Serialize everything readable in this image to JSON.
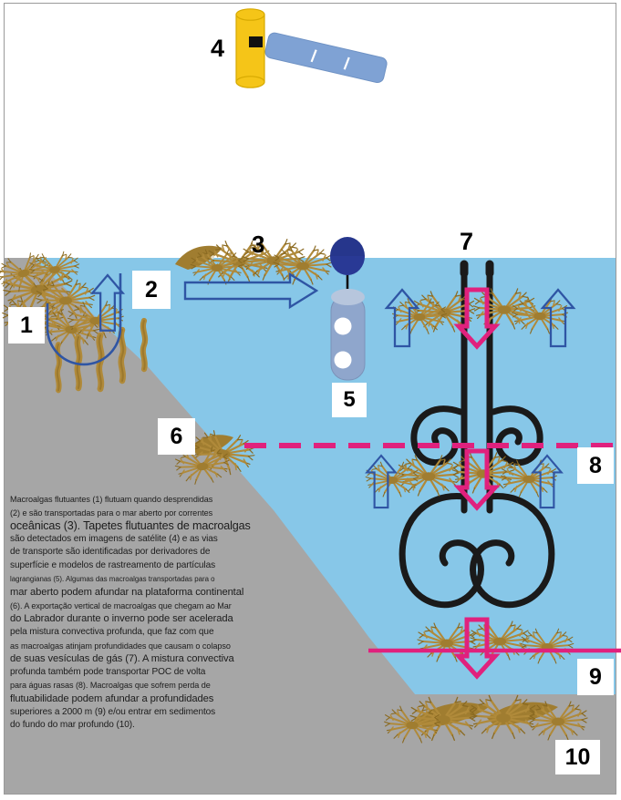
{
  "figure": {
    "title_visible": false,
    "language": "pt-BR",
    "colors": {
      "ocean": "#87c7e8",
      "seafloor_gray": "#a6a6a6",
      "seaweed_brown": "#b08a3a",
      "seaweed_dark": "#8a6a22",
      "arrow_blue": "#2f55a4",
      "satellite_yellow": "#f5c518",
      "satellite_panel_blue": "#7fa2d4",
      "drifter_sphere": "#26368c",
      "drifter_body": "#8fa6cc",
      "magenta": "#e0217d",
      "convection_black": "#1a1a1a",
      "frame_border": "#9a9a9a",
      "text": "#1c1c1c"
    },
    "labels": [
      {
        "id": "1",
        "value": "1",
        "meaning": "floating-macroalgae-detaching"
      },
      {
        "id": "2",
        "value": "2",
        "meaning": "upward-transport-to-surface"
      },
      {
        "id": "3",
        "value": "3",
        "meaning": "ocean-current-transport-offshore"
      },
      {
        "id": "4",
        "value": "4",
        "meaning": "satellite-detection"
      },
      {
        "id": "5",
        "value": "5",
        "meaning": "surface-drifter"
      },
      {
        "id": "6",
        "value": "6",
        "meaning": "sinking-on-continental-shelf"
      },
      {
        "id": "7",
        "value": "7",
        "meaning": "deep-convective-mixing-gas-vesicle-collapse"
      },
      {
        "id": "8",
        "value": "8",
        "meaning": "poc-transport-back-to-shallow-waters"
      },
      {
        "id": "9",
        "value": "9",
        "meaning": "sinking-below-2000-m"
      },
      {
        "id": "10",
        "value": "10",
        "meaning": "entering-deep-sea-sediments"
      }
    ],
    "caption": {
      "full_text": "Macroalgas flutuantes (1) flutuam quando desprendidas (2) e são transportadas para o mar aberto por correntes oceânicas (3). Tapetes flutuantes de macroalgas são detectados em imagens de satélite (4) e as vias de transporte são identificadas por derivadores de superfície e modelos de rastreamento de partículas lagrangianas (5). Algumas das macroalgas transportadas para o mar aberto podem afundar na plataforma continental (6). A exportação vertical de macroalgas que chegam ao Mar do Labrador durante o inverno pode ser acelerada pela mistura convectiva profunda, que faz com que as macroalgas atinjam profundidades que causam o colapso de suas vesículas de gás (7). A mistura convectiva profunda também pode transportar POC de volta para águas rasas (8). Macroalgas que sofrem perda de flutuabilidade podem afundar a profundidades superiores a 2000 m (9) e/ou entrar em sedimentos do fundo do mar profundo (10).",
      "lines": [
        {
          "text": "Macroalgas flutuantes (1) flutuam quando desprendidas",
          "size": "s1"
        },
        {
          "text": "(2) e são transportadas para o mar aberto por correntes",
          "size": "s1"
        },
        {
          "text": "oceânicas (3). Tapetes flutuantes de macroalgas",
          "size": "s2"
        },
        {
          "text": "são detectados em imagens de satélite (4) e as vias",
          "size": "s4"
        },
        {
          "text": "de transporte são identificadas por derivadores de",
          "size": "s4"
        },
        {
          "text": "superfície e modelos de rastreamento de partículas",
          "size": "s4"
        },
        {
          "text": "lagrangianas (5). Algumas das macroalgas transportadas para o",
          "size": "s3"
        },
        {
          "text": "mar aberto podem afundar na plataforma continental",
          "size": "s5"
        },
        {
          "text": "(6). A exportação vertical de macroalgas que chegam ao Mar",
          "size": "s1"
        },
        {
          "text": "do Labrador durante o inverno pode ser acelerada",
          "size": "s5"
        },
        {
          "text": "pela mistura convectiva profunda, que faz com que",
          "size": "s4"
        },
        {
          "text": "as macroalgas atinjam profundidades que causam o colapso",
          "size": "s1"
        },
        {
          "text": "de suas vesículas de gás (7). A mistura convectiva",
          "size": "s5"
        },
        {
          "text": "profunda também pode transportar POC de volta",
          "size": "s4"
        },
        {
          "text": "para águas rasas (8). Macroalgas que sofrem perda     de",
          "size": "s1"
        },
        {
          "text": "flutuabilidade podem afundar a profundidades",
          "size": "s5"
        },
        {
          "text": "superiores a 2000 m (9) e/ou entrar em sedimentos",
          "size": "s4"
        },
        {
          "text": "do fundo do mar profundo (10).",
          "size": "s4"
        }
      ]
    },
    "elements": {
      "satellite": {
        "name": "satellite",
        "body": "yellow-cylinder",
        "panel": "blue-solar-panel"
      },
      "drifter": {
        "name": "surface-drifter",
        "float": "dark-blue-sphere",
        "body": "light-blue-cylinder",
        "ports": 2
      },
      "convection": {
        "name": "deep-convective-mixing",
        "spirals": 4,
        "columns": 2
      },
      "depth_marker_dashed": {
        "name": "intermediate-depth-line",
        "style": "dashed",
        "color": "#e0217d"
      },
      "depth_marker_solid": {
        "name": "2000m-depth-line",
        "style": "solid",
        "color": "#e0217d"
      }
    }
  }
}
